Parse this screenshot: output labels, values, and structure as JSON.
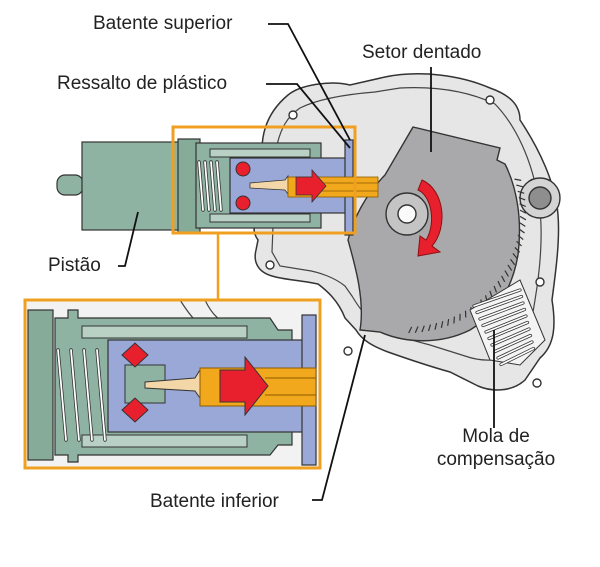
{
  "diagram": {
    "title": "Mecanismo do setor dentado com pistão",
    "labels": {
      "batente_superior": "Batente superior",
      "ressalto_de_plastico": "Ressalto de plástico",
      "setor_dentado": "Setor dentado",
      "pistao": "Pistão",
      "mola_de_compensacao_line1": "Mola de",
      "mola_de_compensacao_line2": "compensação",
      "batente_inferior": "Batente inferior"
    },
    "components": [
      "housing",
      "piston",
      "piston-cylinder",
      "return-spring",
      "valve-balls",
      "needle-valve",
      "push-rod",
      "toothed-sector",
      "pivot-hub",
      "pinion",
      "compensation-spring",
      "detail-inset"
    ],
    "arrows": {
      "push_direction": "right",
      "rotation_direction": "clockwise"
    },
    "colors": {
      "highlight_frame": "#f0a020",
      "piston": "#8fb3a2",
      "cylinder": "#9aa8d8",
      "housing": "#e6e6e6",
      "sector": "#a9a9ab",
      "arrow": "#e8202e",
      "rod": "#f2a81c",
      "needle": "#f4d7a8",
      "outline": "#333333"
    }
  }
}
